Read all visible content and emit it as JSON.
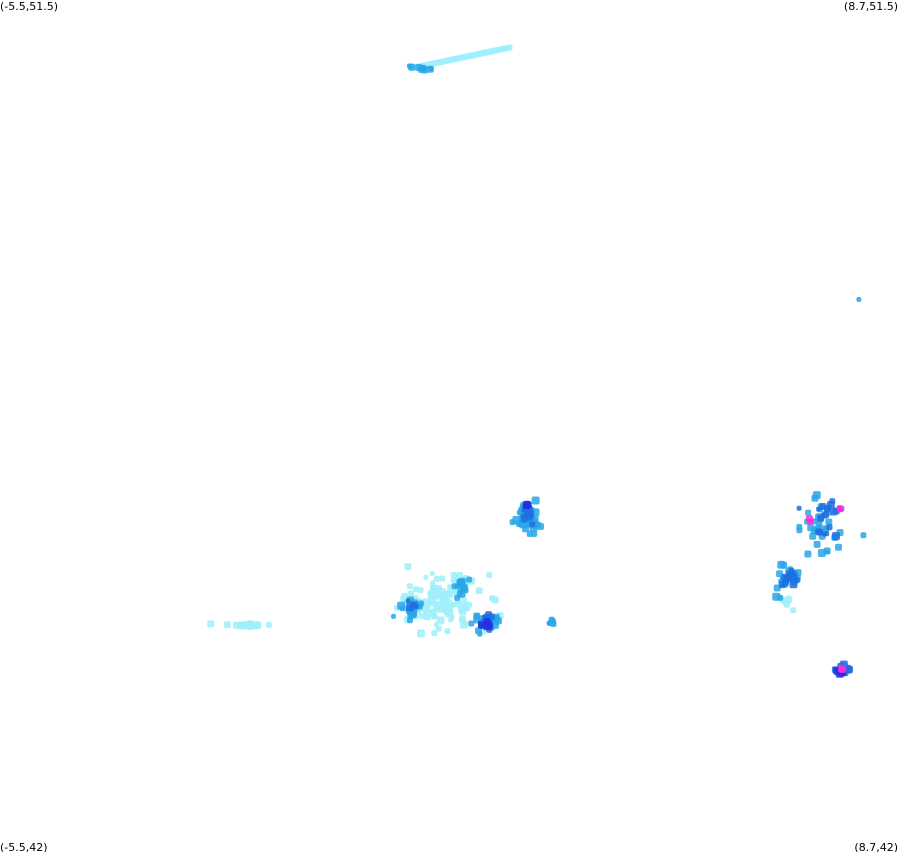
{
  "corners": {
    "top_left": "(-5.5,51.5)",
    "top_right": "(8.7,51.5)",
    "bottom_left": "(-5.5,42)",
    "bottom_right": "(8.7,42)"
  },
  "extent": {
    "lon_min": -5.5,
    "lon_max": 8.7,
    "lat_min": 42,
    "lat_max": 51.5
  },
  "legend_colors": {
    "low": "#9ff0fa",
    "mid": "#2aa6e6",
    "high": "#1f6fe0",
    "very_high": "#2230e0",
    "extreme": "#ff2ad8"
  },
  "clusters": [
    {
      "id": "channel-line",
      "type": "line",
      "lon_start": 1.0,
      "lat_start": 50.74,
      "lon_end": 2.55,
      "lat_end": 50.97,
      "color": "low"
    },
    {
      "id": "channel-line-start",
      "type": "blob",
      "lon": 1.15,
      "lat": 50.74,
      "spread_lon": 0.12,
      "spread_lat": 0.02,
      "count": 10,
      "color": "mid"
    },
    {
      "id": "isolated-east",
      "type": "blob",
      "lon": 8.07,
      "lat": 48.16,
      "spread_lon": 0.01,
      "spread_lat": 0.01,
      "count": 1,
      "color": "mid"
    },
    {
      "id": "north-mid-a",
      "type": "blob",
      "lon": 2.85,
      "lat": 45.72,
      "spread_lon": 0.18,
      "spread_lat": 0.12,
      "count": 40,
      "color": "mid"
    },
    {
      "id": "north-mid-b",
      "type": "blob",
      "lon": 2.82,
      "lat": 45.78,
      "spread_lon": 0.08,
      "spread_lat": 0.08,
      "count": 12,
      "color": "high"
    },
    {
      "id": "north-mid-c",
      "type": "blob",
      "lon": 2.82,
      "lat": 45.88,
      "spread_lon": 0.03,
      "spread_lat": 0.03,
      "count": 4,
      "color": "very_high"
    },
    {
      "id": "west-spread",
      "type": "blob",
      "lon": 1.45,
      "lat": 44.8,
      "spread_lon": 0.55,
      "spread_lat": 0.25,
      "count": 120,
      "color": "low"
    },
    {
      "id": "west-core-a",
      "type": "blob",
      "lon": 1.0,
      "lat": 44.72,
      "spread_lon": 0.14,
      "spread_lat": 0.1,
      "count": 22,
      "color": "mid"
    },
    {
      "id": "west-core-b",
      "type": "blob",
      "lon": 1.0,
      "lat": 44.76,
      "spread_lon": 0.05,
      "spread_lat": 0.05,
      "count": 6,
      "color": "high"
    },
    {
      "id": "west-core-c",
      "type": "blob",
      "lon": 1.75,
      "lat": 44.96,
      "spread_lon": 0.12,
      "spread_lat": 0.08,
      "count": 16,
      "color": "mid"
    },
    {
      "id": "west-core-d",
      "type": "blob",
      "lon": 2.15,
      "lat": 44.55,
      "spread_lon": 0.16,
      "spread_lat": 0.12,
      "count": 30,
      "color": "mid"
    },
    {
      "id": "west-core-e",
      "type": "blob",
      "lon": 2.2,
      "lat": 44.57,
      "spread_lon": 0.08,
      "spread_lat": 0.07,
      "count": 14,
      "color": "high"
    },
    {
      "id": "west-core-f",
      "type": "blob",
      "lon": 2.2,
      "lat": 44.55,
      "spread_lon": 0.04,
      "spread_lat": 0.04,
      "count": 6,
      "color": "very_high"
    },
    {
      "id": "far-west",
      "type": "blob",
      "lon": -1.65,
      "lat": 44.53,
      "spread_lon": 0.25,
      "spread_lat": 0.02,
      "count": 22,
      "color": "low"
    },
    {
      "id": "mid-small",
      "type": "blob",
      "lon": 3.2,
      "lat": 44.55,
      "spread_lon": 0.04,
      "spread_lat": 0.04,
      "count": 5,
      "color": "mid"
    },
    {
      "id": "east-ne-spread",
      "type": "blob",
      "lon": 7.45,
      "lat": 45.6,
      "spread_lon": 0.35,
      "spread_lat": 0.3,
      "count": 34,
      "color": "mid"
    },
    {
      "id": "east-ne-core",
      "type": "blob",
      "lon": 7.55,
      "lat": 45.7,
      "spread_lon": 0.25,
      "spread_lat": 0.22,
      "count": 18,
      "color": "high"
    },
    {
      "id": "east-ne-hot-a",
      "type": "blob",
      "lon": 7.78,
      "lat": 45.82,
      "spread_lon": 0.03,
      "spread_lat": 0.02,
      "count": 3,
      "color": "extreme"
    },
    {
      "id": "east-ne-hot-b",
      "type": "blob",
      "lon": 7.28,
      "lat": 45.68,
      "spread_lon": 0.03,
      "spread_lat": 0.02,
      "count": 2,
      "color": "extreme"
    },
    {
      "id": "east-mid",
      "type": "blob",
      "lon": 6.9,
      "lat": 45.05,
      "spread_lon": 0.22,
      "spread_lat": 0.12,
      "count": 28,
      "color": "mid"
    },
    {
      "id": "east-mid-core",
      "type": "blob",
      "lon": 6.95,
      "lat": 45.05,
      "spread_lon": 0.14,
      "spread_lat": 0.06,
      "count": 12,
      "color": "high"
    },
    {
      "id": "east-mid-trail",
      "type": "blob",
      "lon": 6.98,
      "lat": 44.78,
      "spread_lon": 0.1,
      "spread_lat": 0.08,
      "count": 6,
      "color": "low"
    },
    {
      "id": "east-se",
      "type": "blob",
      "lon": 7.82,
      "lat": 44.05,
      "spread_lon": 0.1,
      "spread_lat": 0.05,
      "count": 14,
      "color": "high"
    },
    {
      "id": "east-se-core",
      "type": "blob",
      "lon": 7.78,
      "lat": 44.03,
      "spread_lon": 0.05,
      "spread_lat": 0.03,
      "count": 6,
      "color": "very_high"
    },
    {
      "id": "east-se-hot",
      "type": "blob",
      "lon": 7.8,
      "lat": 44.04,
      "spread_lon": 0.02,
      "spread_lat": 0.02,
      "count": 2,
      "color": "extreme"
    }
  ]
}
